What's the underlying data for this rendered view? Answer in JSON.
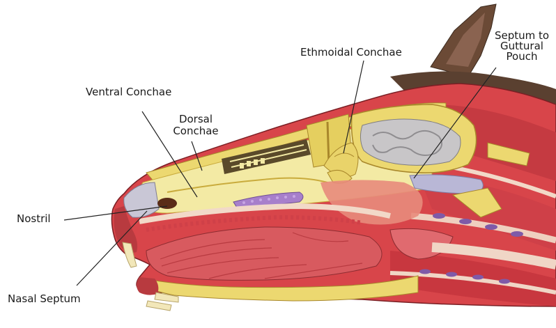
{
  "labels": {
    "ventral_conchae": "Ventral Conchae",
    "dorsal_conchae_line1": "Dorsal",
    "dorsal_conchae_line2": "Conchae",
    "ethmoidal_conchae": "Ethmoidal Conchae",
    "septum_pouch_line1": "Septum to",
    "septum_pouch_line2": "Guttural",
    "septum_pouch_line3": "Pouch",
    "nostril": "Nostril",
    "nasal_septum": "Nasal Septum"
  },
  "colors": {
    "muscle": "#d8454a",
    "muscle_dark": "#b92e35",
    "bone": "#ecd870",
    "bone_dark": "#c9ab3c",
    "cavity": "#f3eaa4",
    "hair": "#5a4030",
    "fascia": "#f2d9c8",
    "tongue": "#e07a7e",
    "cartilage": "#c9c7d6",
    "purple_tissue": "#9a6fc0"
  }
}
